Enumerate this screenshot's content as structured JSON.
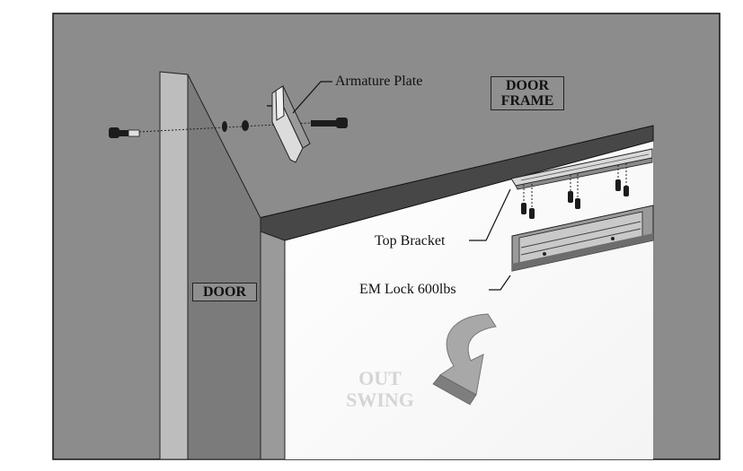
{
  "labels": {
    "armature_plate": "Armature Plate",
    "door_frame_line1": "DOOR",
    "door_frame_line2": "FRAME",
    "top_bracket": "Top Bracket",
    "door": "DOOR",
    "em_lock": "EM Lock 600lbs",
    "out_line1": "OUT",
    "swing_line2": "SWING"
  },
  "colors": {
    "wall": "#8c8c8c",
    "door_face": "#7b7b7b",
    "door_edge": "#bdbdbd",
    "frame_header": "#4a4a4a",
    "opening": "#ffffff",
    "arrow": "#9a9a9a"
  }
}
